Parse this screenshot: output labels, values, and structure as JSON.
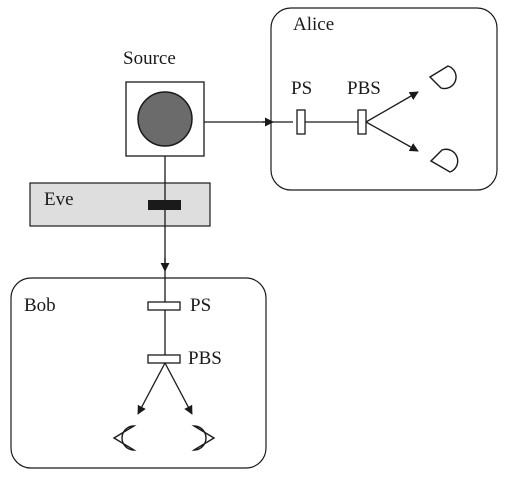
{
  "labels": {
    "source": "Source",
    "alice": "Alice",
    "bob": "Bob",
    "eve": "Eve",
    "alice_ps": "PS",
    "alice_pbs": "PBS",
    "bob_ps": "PS",
    "bob_pbs": "PBS"
  },
  "colors": {
    "line": "#1a1a1a",
    "source_ball": "#6b6b6b",
    "eve_box": "#dedede",
    "eve_detector": "#1a1a1a"
  }
}
